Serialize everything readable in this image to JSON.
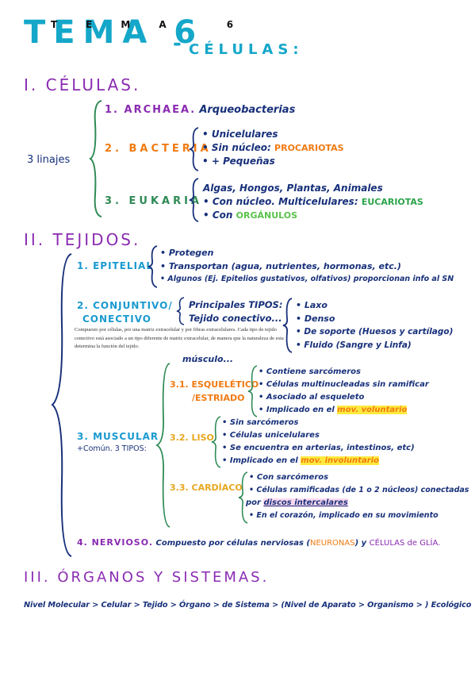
{
  "header": {
    "title": "TEMA 6",
    "title_overlay": "TEMA 6",
    "dash": "-",
    "subtitle": "CÉLULAS:"
  },
  "sec1": {
    "heading": "I. CÉLULAS.",
    "root_label": "3 linajes",
    "archaea": {
      "name": "1. ARCHAEA.",
      "desc": "Arqueobacterias"
    },
    "bacteria": {
      "name": "2. BACTERIA",
      "items": [
        "Unicelulares",
        "Sin núcleo:",
        "+ Pequeñas"
      ],
      "tag": "PROCARIOTAS"
    },
    "eukaria": {
      "name": "3. EUKARIA",
      "items": [
        "Algas, Hongos, Plantas, Animales",
        "Con núcleo. Multicelulares:",
        "Con"
      ],
      "tag1": "EUCARIOTAS",
      "tag2": "ORGÁNULOS"
    }
  },
  "sec2": {
    "heading": "II. TEJIDOS.",
    "epitelial": {
      "name": "1. EPITELIAL",
      "items": [
        "Protegen",
        "Transportan (agua, nutrientes, hormonas, etc.)",
        "Algunos (Ej. Epitelios gustativos, olfativos) proporcionan info al SN"
      ]
    },
    "conjuntivo": {
      "name1": "2. CONJUNTIVO/",
      "name2": "CONECTIVO",
      "mid1": "Principales TIPOS:",
      "mid2": "Tejido conectivo...",
      "types": [
        "Laxo",
        "Denso",
        "De soporte (Huesos y cartílago)",
        "Fluido (Sangre y Linfa)"
      ],
      "typed_note": "Compuesto por células, por una matriz extracelular y por fibras extracelulares. Cada tipo de tejido conectivo está asociado a un tipo diferente de matriz extracelular, de manera que la naturaleza de esta determina la función del tejido."
    },
    "muscular": {
      "name": "3. MUSCULAR",
      "sub": "+Común. 3 TIPOS:",
      "musculo_label": "músculo...",
      "esqueletico": {
        "name1": "3.1. ESQUELÉTICO",
        "name2": "/ESTRIADO",
        "items": [
          "Contiene sarcómeros",
          "Células multinucleadas sin ramificar",
          "Asociado al esqueleto",
          "Implicado en el"
        ],
        "hl": "mov. voluntario"
      },
      "liso": {
        "name": "3.2. LISO",
        "items": [
          "Sin sarcómeros",
          "Células unicelulares",
          "Se encuentra en arterias, intestinos, etc)",
          "Implicado en el"
        ],
        "hl": "mov. involuntario"
      },
      "cardiaco": {
        "name": "3.3. CARDÍACO",
        "items": [
          "Con sarcómeros",
          "Células ramificadas (de 1 o 2 núcleos) conectadas",
          "por",
          "En el corazón, implicado en su movimiento"
        ],
        "discos": "discos intercalares"
      }
    },
    "nervioso": {
      "name": "4. NERVIOSO.",
      "text1": "Compuesto por células nerviosas (",
      "neuronas": "NEURONAS",
      "text2": ") y",
      "glia": "CÉLULAS de GLÍA."
    }
  },
  "sec3": {
    "heading": "III. ÓRGANOS Y SISTEMAS.",
    "chain": "Nivel Molecular > Celular > Tejido > Órgano > de Sistema > (Nivel de Aparato > Organismo > ) Ecológico"
  },
  "colors": {
    "title": "#14a7c9",
    "section": "#8a2bb2",
    "bracket": "#2e8a55",
    "navy": "#17307a",
    "orange": "#f07a12",
    "green": "#2ba34a"
  }
}
